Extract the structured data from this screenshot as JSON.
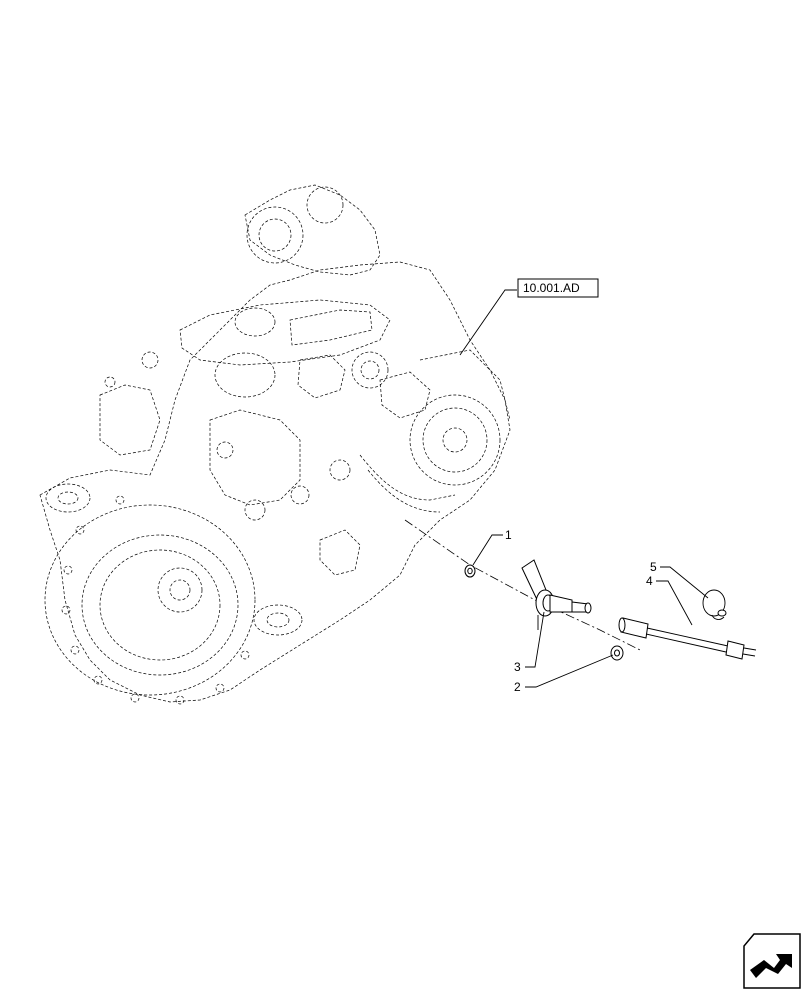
{
  "reference_label": "10.001.AD",
  "callouts": [
    {
      "id": "c1",
      "text": "1"
    },
    {
      "id": "c2",
      "text": "2"
    },
    {
      "id": "c3",
      "text": "3"
    },
    {
      "id": "c4",
      "text": "4"
    },
    {
      "id": "c5",
      "text": "5"
    }
  ],
  "icons": {
    "navigation": "page-navigation-icon"
  }
}
